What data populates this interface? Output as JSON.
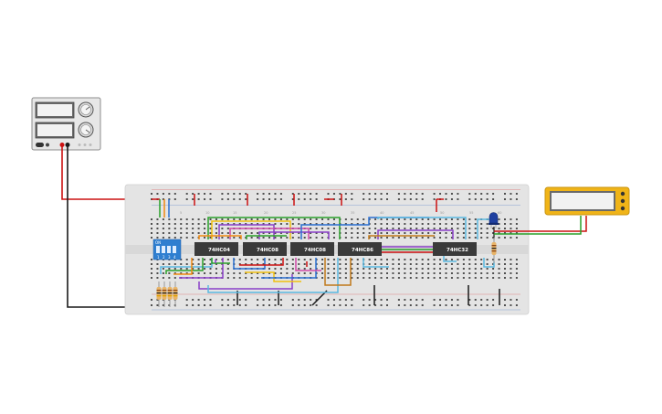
{
  "circuit": {
    "chips": [
      {
        "label": "74HC04"
      },
      {
        "label": "74HC08"
      },
      {
        "label": "74HC08"
      },
      {
        "label": "74HC86"
      },
      {
        "label": "74HC32"
      }
    ],
    "dip_switch": {
      "on_label": "ON",
      "numbers": [
        "1",
        "2",
        "3",
        "4"
      ]
    },
    "breadboard_columns": [
      "5",
      "10",
      "15",
      "20",
      "25",
      "30",
      "35",
      "40",
      "45",
      "50",
      "55",
      "60"
    ],
    "colors": {
      "board": "#e4e4e4",
      "chip": "#3a3a3a",
      "dip": "#2f7fd0",
      "multimeter": "#f0b418",
      "led": "#1e3fa0"
    }
  }
}
